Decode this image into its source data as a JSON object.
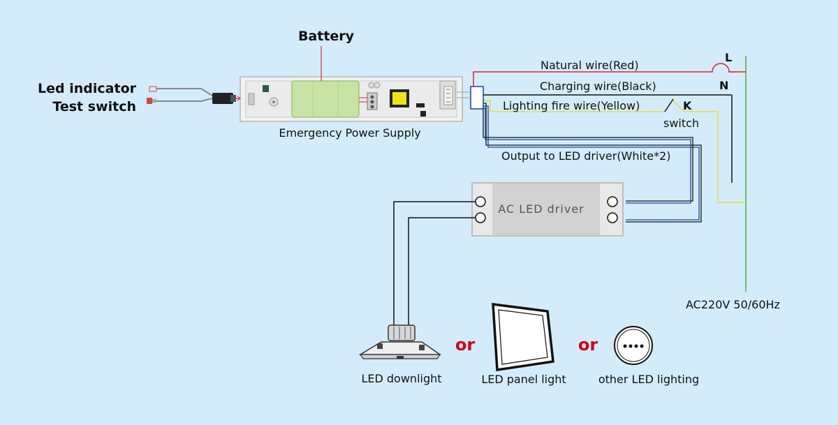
{
  "labels": {
    "battery": "Battery",
    "led_indicator": "Led indicator",
    "test_switch": "Test switch",
    "eps": "Emergency Power Supply",
    "natural_wire": "Natural wire(Red)",
    "charging_wire": "Charging wire(Black)",
    "lighting_wire": "Lighting fire wire(Yellow)",
    "L": "L",
    "N": "N",
    "K": "K",
    "switch": "switch",
    "output": "Output to LED driver(White*2)",
    "driver": "AC LED driver",
    "ac": "AC220V 50/60Hz",
    "downlight": "LED downlight",
    "panel": "LED panel light",
    "other": "other LED lighting",
    "or1": "or",
    "or2": "or"
  },
  "colors": {
    "background": "#d4ecf9",
    "red_wire": "#e0202a",
    "black_wire": "#111111",
    "yellow_wire": "#e8d84a",
    "blue_wire": "#1a3fa0",
    "green_wire": "#3bb04a",
    "or_text": "#d0021b"
  }
}
